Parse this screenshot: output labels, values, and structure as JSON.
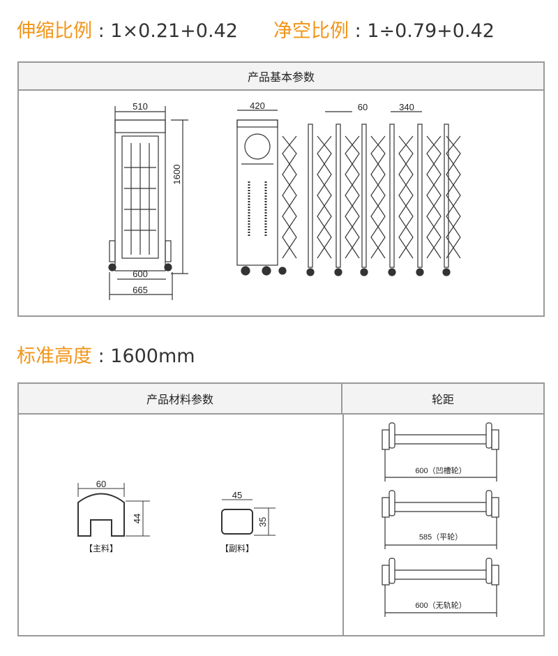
{
  "ratios": {
    "stretch": {
      "label": "伸缩比例",
      "value": " : 1×0.21+0.42"
    },
    "clear": {
      "label": "净空比例",
      "value": " : 1÷0.79+0.42"
    }
  },
  "height": {
    "label": "标准高度",
    "value": " : 1600mm"
  },
  "basic_params": {
    "title": "产品基本参数",
    "front_dims": {
      "top": "510",
      "height": "1600",
      "bottom_inner": "600",
      "bottom_outer": "665"
    },
    "side_dims": {
      "cabinet": "420",
      "pitch": "60",
      "span": "340"
    }
  },
  "material_params": {
    "title": "产品材料参数",
    "main": {
      "label": "【主料】",
      "width": "60",
      "height": "44"
    },
    "secondary": {
      "label": "【副料】",
      "width": "45",
      "height": "35"
    }
  },
  "wheelbase": {
    "title": "轮距",
    "items": [
      {
        "label": "600（凹槽轮）"
      },
      {
        "label": "585（平轮）"
      },
      {
        "label": "600（无轨轮）"
      }
    ]
  },
  "colors": {
    "accent": "#f29418",
    "header_bg": "#f3f3f3",
    "border": "#999999"
  }
}
